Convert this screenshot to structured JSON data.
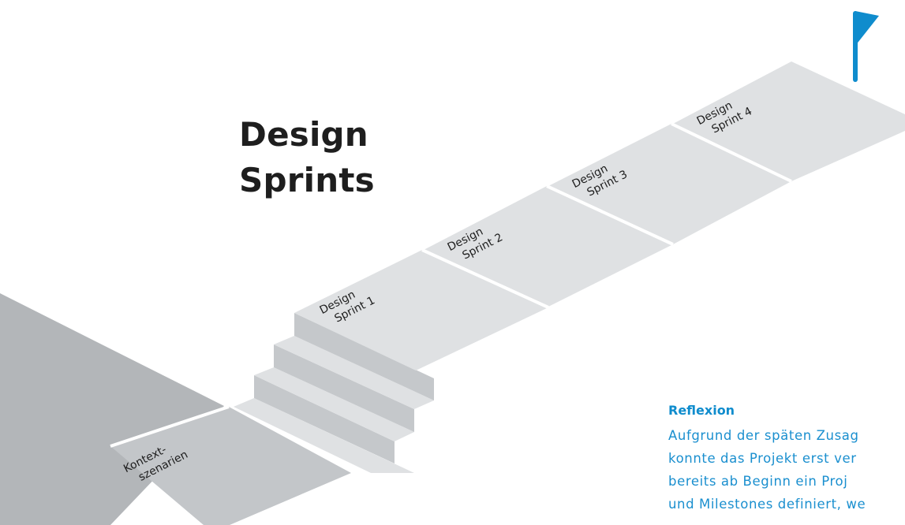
{
  "heading": {
    "line1": "Design",
    "line2": "Sprints"
  },
  "steps": {
    "context": {
      "line1": "Kontext-",
      "line2": "szenarien"
    },
    "sprint1": {
      "line1": "Design",
      "line2": "Sprint 1"
    },
    "sprint2": {
      "line1": "Design",
      "line2": "Sprint 2"
    },
    "sprint3": {
      "line1": "Design",
      "line2": "Sprint 3"
    },
    "sprint4": {
      "line1": "Design",
      "line2": "Sprint 4"
    }
  },
  "reflexion": {
    "title": "Reflexion",
    "text": "Aufgrund der späten Zusag\nkonnte das Projekt erst ver\nbereits ab Beginn ein Proj\nund Milestones definiert, we"
  },
  "colors": {
    "accent": "#0f8ccd",
    "platform": "#dfe1e3",
    "step_side": "#c5c8cb",
    "dark_block": "#b3b6b9",
    "text": "#1e1e1e"
  },
  "icons": {
    "goal": "flag-icon"
  }
}
